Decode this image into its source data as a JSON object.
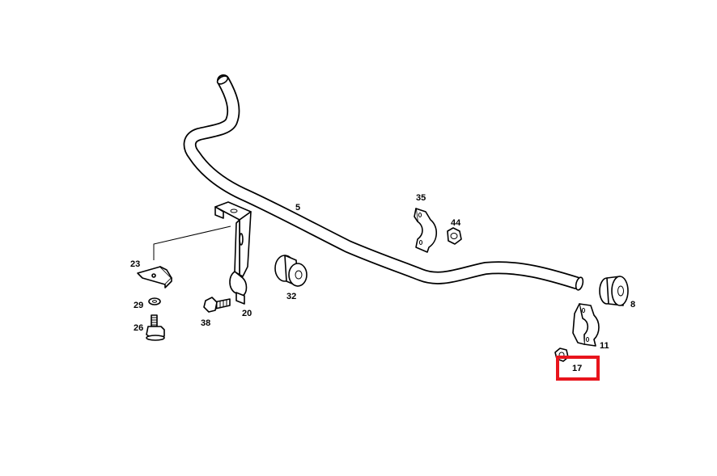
{
  "labels": {
    "p5": "5",
    "p35": "35",
    "p44": "44",
    "p23": "23",
    "p29": "29",
    "p26": "26",
    "p38": "38",
    "p20": "20",
    "p32": "32",
    "p8": "8",
    "p11": "11",
    "p17": "17"
  },
  "highlight": {
    "color": "#e8141c",
    "target": "17"
  }
}
